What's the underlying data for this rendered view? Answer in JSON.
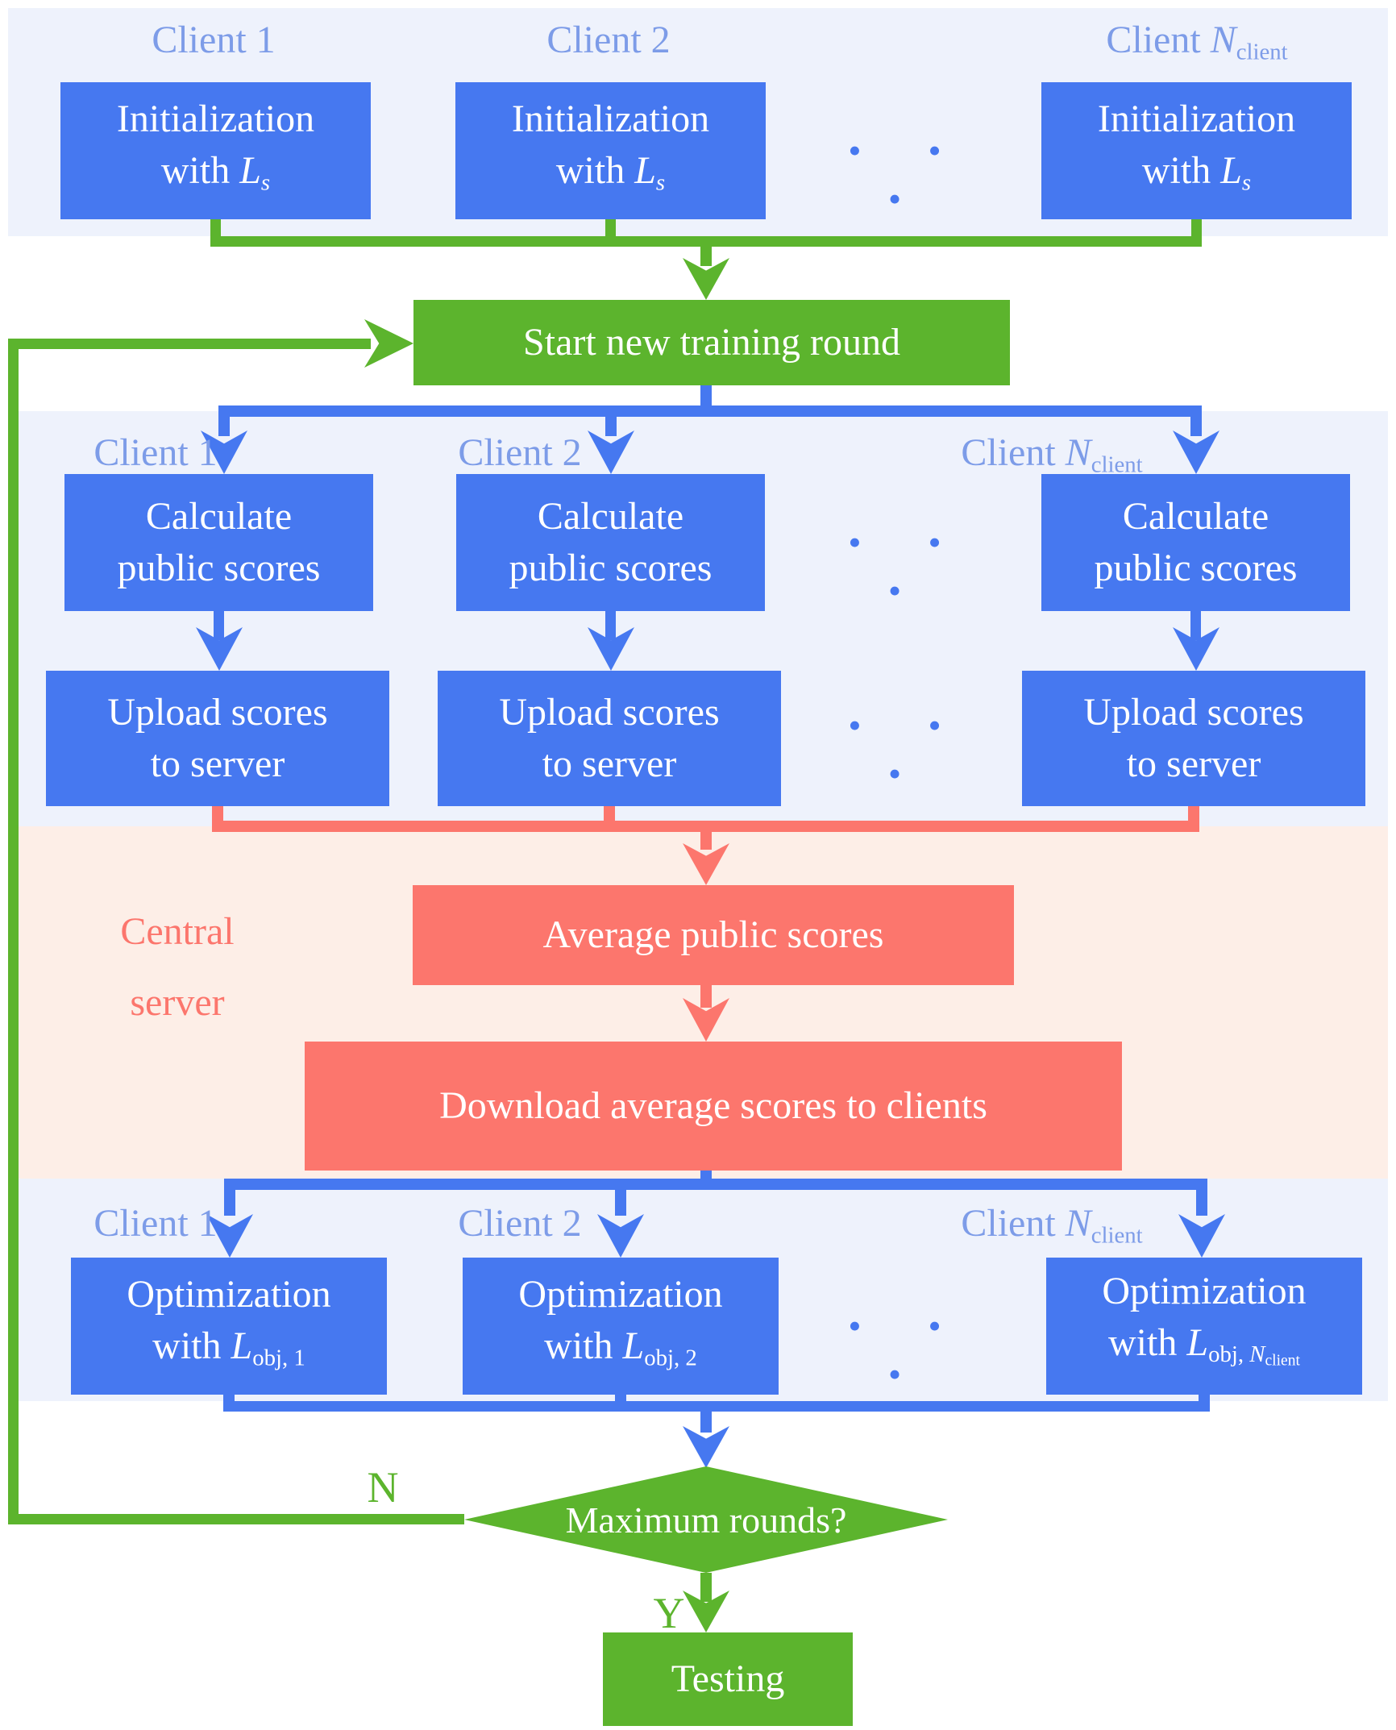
{
  "colors": {
    "node_blue": "#4678f0",
    "node_green": "#5cb42d",
    "node_salmon": "#fc766d",
    "section_bg_blue": "#eef2fc",
    "section_bg_peach": "#fdeee7",
    "client_label_blue": "#7d9ce8",
    "text_white": "#ffffff"
  },
  "labels": {
    "client1": "Client 1",
    "client2": "Client 2",
    "clientn_prefix": "Client ",
    "clientn_var": "N",
    "clientn_sub": "client"
  },
  "server_label": {
    "line1": "Central",
    "line2": "server"
  },
  "ellipsis": "•  •  •",
  "boxes": {
    "init": {
      "line1": "Initialization",
      "with": "with ",
      "var": "L",
      "sub": "s"
    },
    "start_round": "Start new training round",
    "calc": {
      "line1": "Calculate",
      "line2": "public scores"
    },
    "upload": {
      "line1": "Upload scores",
      "line2": "to server"
    },
    "average": "Average public scores",
    "download": "Download average scores to clients",
    "opt": {
      "line1": "Optimization",
      "with": "with ",
      "var": "L",
      "sub1": "obj, 1",
      "sub2": "obj, 2",
      "subn_prefix": "obj, ",
      "subn_var": "N",
      "subn_sub": "client"
    },
    "decision": "Maximum rounds?",
    "testing": "Testing"
  },
  "branch": {
    "no": "N",
    "yes": "Y"
  }
}
